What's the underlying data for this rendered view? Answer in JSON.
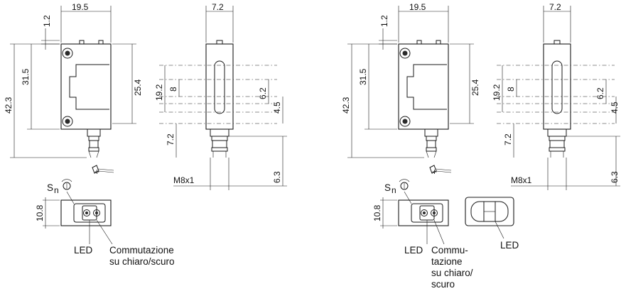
{
  "left_view": {
    "dims": {
      "top_width": "19.5",
      "top_offset": "1.2",
      "total_height": "42.3",
      "body_height": "31.5",
      "lens_height": "25.4",
      "side_width": "7.2",
      "span_19_2": "19.2",
      "span_8": "8",
      "span_6_2": "6.2",
      "span_4_5": "4.5",
      "span_7_2": "7.2",
      "span_6_3": "6.3",
      "thread": "M8x1",
      "bottom_height": "10.8"
    },
    "symbol_text": "S",
    "symbol_sub": "n",
    "led_label": "LED",
    "switch_label_1": "Commutazione",
    "switch_label_2": "su chiaro/scuro"
  },
  "right_view": {
    "dims": {
      "top_width": "19.5",
      "top_offset": "1.2",
      "total_height": "42.3",
      "body_height": "31.5",
      "lens_height": "25.4",
      "side_width": "7.2",
      "span_19_2": "19.2",
      "span_8": "8",
      "span_6_2": "6.2",
      "span_4_5": "4.5",
      "span_7_2": "7.2",
      "span_6_3": "6.3",
      "thread": "M8x1",
      "bottom_height": "10.8"
    },
    "symbol_text": "S",
    "symbol_sub": "n",
    "led_label": "LED",
    "switch_label_1": "Commu-",
    "switch_label_2": "tazione",
    "switch_label_3": "su chiaro/",
    "switch_label_4": "scuro",
    "led_label_2": "LED"
  }
}
